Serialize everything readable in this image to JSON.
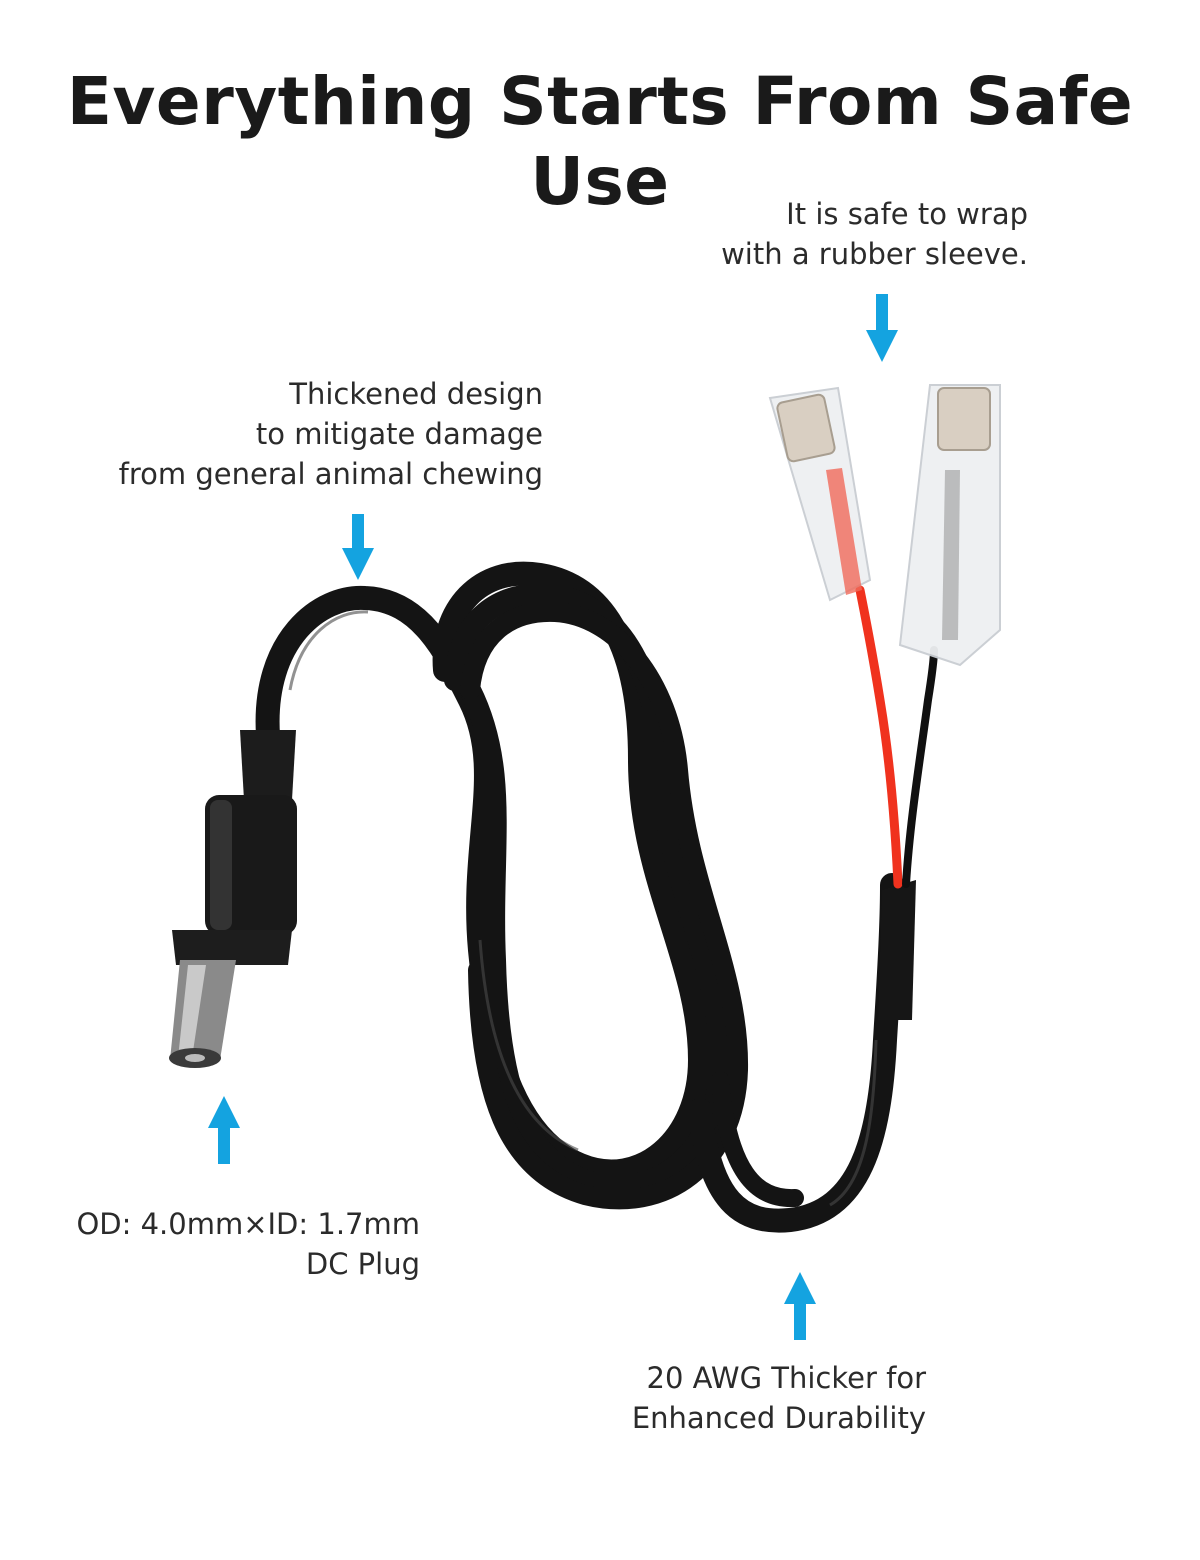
{
  "title": "Everything Starts From Safe Use",
  "callouts": {
    "sleeve": {
      "line1": "It is safe to wrap",
      "line2": "with a rubber sleeve."
    },
    "thickened": {
      "line1": "Thickened design",
      "line2": "to mitigate damage",
      "line3": "from general animal chewing"
    },
    "plug": {
      "line1": "OD: 4.0mm×ID: 1.7mm",
      "line2": "DC Plug"
    },
    "awg": {
      "line1": "20 AWG Thicker for",
      "line2": "Enhanced Durability"
    }
  },
  "colors": {
    "arrow": "#14a3e0",
    "cable": "#141414",
    "red_wire": "#f0321e",
    "black_wire": "#101010",
    "sleeve": "#eef0f2",
    "terminal": "#d9cfc2"
  },
  "icons": [
    "arrow-down-icon",
    "arrow-up-icon"
  ]
}
